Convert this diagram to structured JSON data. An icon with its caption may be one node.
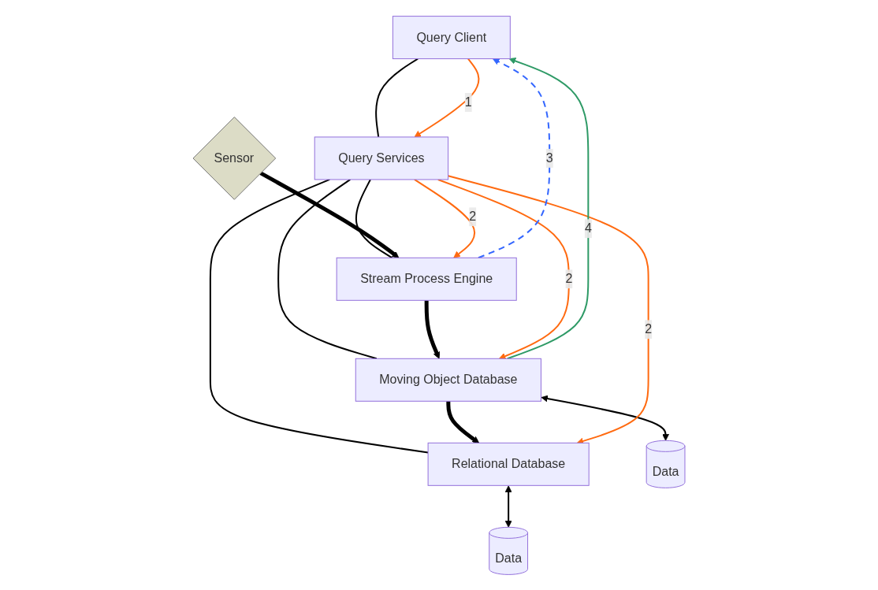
{
  "diagram": {
    "nodes": [
      {
        "text": [
          "Query Client"
        ]
      },
      {
        "text": [
          "Query Services"
        ]
      },
      {
        "text": [
          "Sensor"
        ]
      },
      {
        "text": [
          "Stream Process Engine"
        ]
      },
      {
        "text": [
          "Moving Object Database"
        ]
      },
      {
        "text": [
          "Relational Database"
        ]
      },
      {
        "text": [
          "Data"
        ]
      },
      {
        "text": [
          "Data"
        ]
      }
    ],
    "edges": [
      {
        "from": 0,
        "to": 1,
        "arrow": "none"
      },
      {
        "from": 1,
        "to": 3,
        "arrow": "none"
      },
      {
        "from": 1,
        "to": 4,
        "arrow": "none"
      },
      {
        "from": 1,
        "to": 5,
        "arrow": "none"
      },
      {
        "from": 2,
        "to": 3,
        "arrow": "to",
        "style": "thick"
      },
      {
        "from": 3,
        "to": 4,
        "arrow": "to",
        "style": "thick"
      },
      {
        "from": 4,
        "to": 5,
        "arrow": "to",
        "style": "thick"
      },
      {
        "from": 4,
        "to": 6,
        "arrow": "both"
      },
      {
        "from": 5,
        "to": 7,
        "arrow": "both"
      },
      {
        "from": 0,
        "to": 1,
        "arrow": "to",
        "label": "1",
        "color": "#ff6a10"
      },
      {
        "from": 1,
        "to": 3,
        "arrow": "to",
        "label": "2",
        "color": "#ff6a10"
      },
      {
        "from": 1,
        "to": 4,
        "arrow": "to",
        "label": "2",
        "color": "#ff6a10"
      },
      {
        "from": 1,
        "to": 5,
        "arrow": "to",
        "label": "2",
        "color": "#ff6a10"
      },
      {
        "from": 3,
        "to": 0,
        "arrow": "to",
        "label": "3",
        "style": "dashed",
        "color": "#3366ff"
      },
      {
        "from": 4,
        "to": 0,
        "arrow": "to",
        "label": "4",
        "color": "#2e9a66"
      }
    ]
  }
}
